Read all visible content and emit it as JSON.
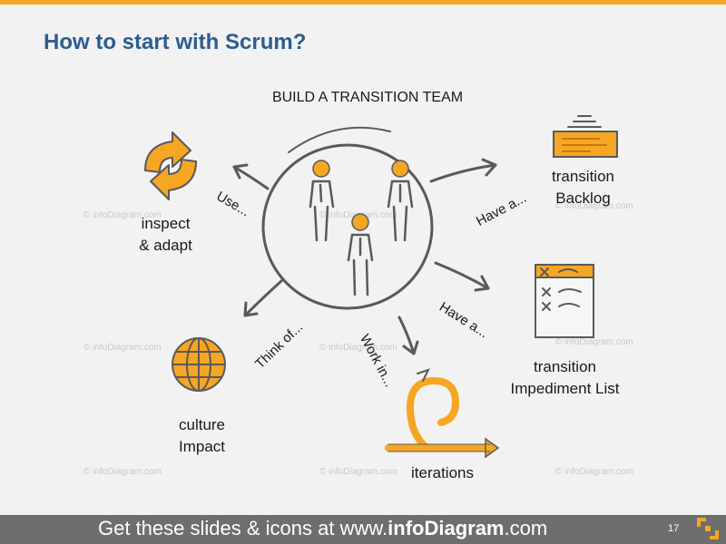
{
  "title": "How to start with Scrum?",
  "center_label": "BUILD A TRANSITION TEAM",
  "nodes": {
    "inspect": "inspect\n& adapt",
    "backlog": "transition\nBacklog",
    "impediment": "transition\nImpediment List",
    "iterations": "iterations",
    "culture": "culture\nImpact"
  },
  "arrows": {
    "use": "Use...",
    "have_a_1": "Have a...",
    "have_a_2": "Have a...",
    "think_of": "Think of...",
    "work_in": "Work in..."
  },
  "watermark": "© infoDiagram.com",
  "footer": {
    "prefix": "Get these slides & icons at www.",
    "brand": "infoDiagram",
    "suffix": ".com",
    "page_number": "17"
  },
  "colors": {
    "accent": "#f5a623",
    "title": "#2c5d8f",
    "sketch": "#555555",
    "footer_bg": "#6e6e6e"
  }
}
